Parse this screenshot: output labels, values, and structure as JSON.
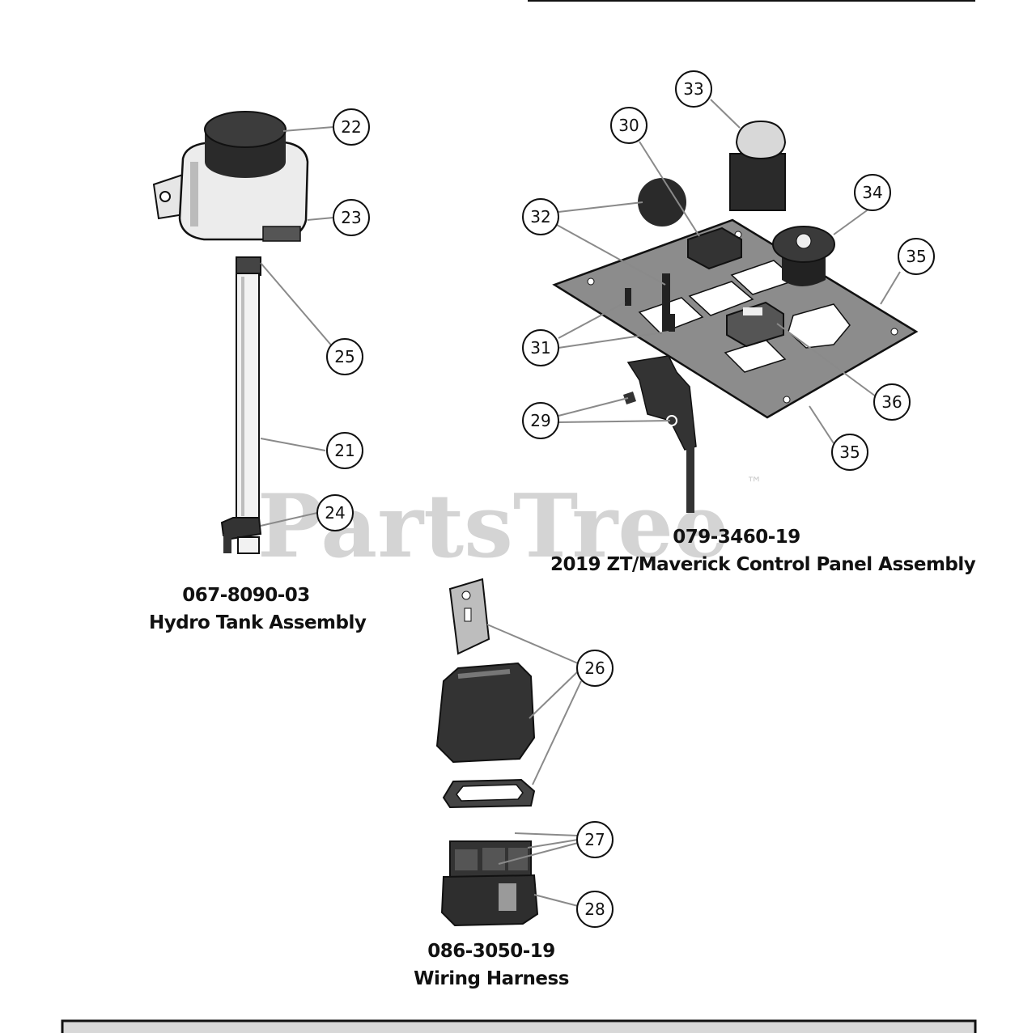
{
  "watermark": {
    "brand": "PartsTree",
    "trademark": "™"
  },
  "assemblies": [
    {
      "part_number": "067-8090-03",
      "name": "Hydro Tank Assembly"
    },
    {
      "part_number": "079-3460-19",
      "name": "2019 ZT/Maverick Control Panel Assembly"
    },
    {
      "part_number": "086-3050-19",
      "name": "Wiring Harness"
    }
  ],
  "callouts": {
    "c21": "21",
    "c22": "22",
    "c23": "23",
    "c24": "24",
    "c25": "25",
    "c26": "26",
    "c27": "27",
    "c28": "28",
    "c29": "29",
    "c30": "30",
    "c31": "31",
    "c32": "32",
    "c33": "33",
    "c34": "34",
    "c35a": "35",
    "c35b": "35",
    "c36": "36"
  },
  "colors": {
    "ink": "#111111",
    "leader": "#8a8a8a",
    "watermark": "#d4d4d4",
    "panel": "#8c8c8c"
  }
}
